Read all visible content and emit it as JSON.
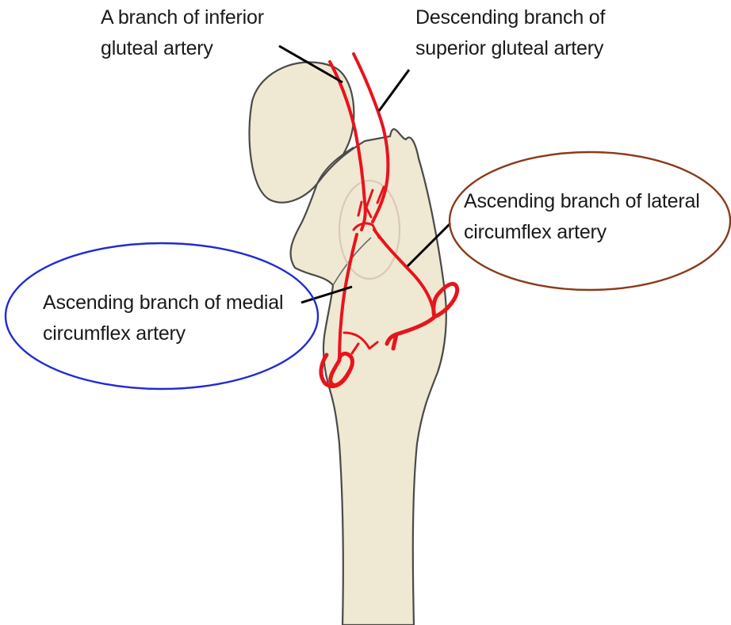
{
  "labels": {
    "inferior_gluteal": {
      "line1": "A branch of inferior",
      "line2": "gluteal artery"
    },
    "superior_gluteal": {
      "line1": "Descending branch of",
      "line2": "superior gluteal artery"
    },
    "lateral_circumflex": {
      "line1": "Ascending  branch of lateral",
      "line2": "circumflex artery"
    },
    "medial_circumflex": {
      "line1": "Ascending  branch of medial",
      "line2": "circumflex artery"
    }
  },
  "colors": {
    "bone_fill": "#efe8d2",
    "bone_outline": "#4a4a4a",
    "artery": "#e8141c",
    "leader_line": "#000000",
    "medial_highlight": "#1f2bd6",
    "lateral_highlight": "#8b3a1a",
    "capsule_ring": "#d9c7b3"
  }
}
